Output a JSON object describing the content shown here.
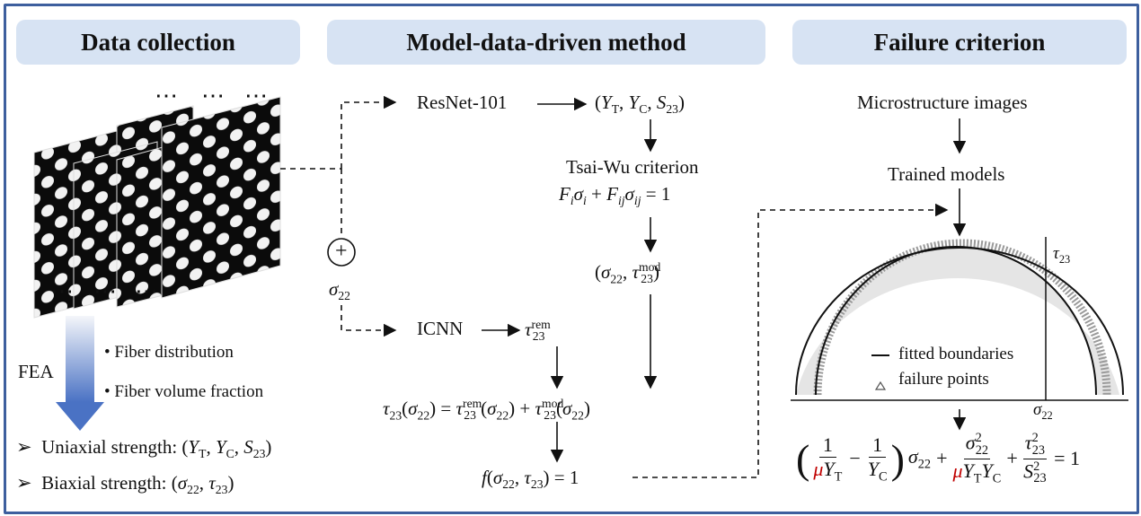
{
  "headers": {
    "data_collection": "Data collection",
    "method": "Model-data-driven method",
    "criterion": "Failure criterion"
  },
  "left": {
    "ellipsis": "⋯",
    "fea": "FEA",
    "bullet1": "Fiber distribution",
    "bullet2": "Fiber volume fraction",
    "uniaxial": "Uniaxial strength:",
    "biaxial": "Biaxial strength:"
  },
  "middle": {
    "resnet": "ResNet-101",
    "tsai_title": "Tsai-Wu criterion",
    "icnn": "ICNN",
    "sigma": "σ",
    "sigma_sub": "22",
    "plus_symbol": "+"
  },
  "right": {
    "micro": "Microstructure images",
    "trained": "Trained models",
    "legend_line": "fitted boundaries",
    "legend_points": "failure points",
    "axis_y": "τ",
    "axis_y_sub": "23",
    "axis_x": "σ",
    "axis_x_sub": "22"
  },
  "colors": {
    "border": "#3d5f9e",
    "pill": "#d7e3f3",
    "mu": "#c00000",
    "arrow_gradient_top": "#f4f6fa",
    "arrow_gradient_bottom": "#4a72c4",
    "points": "#8a8a8a"
  }
}
